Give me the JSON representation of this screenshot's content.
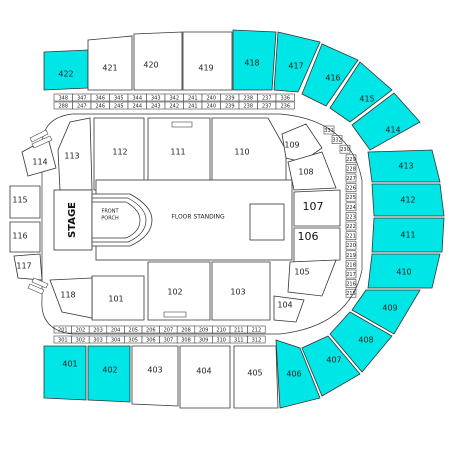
{
  "colors": {
    "available": "#00e6e6",
    "default": "#ffffff",
    "outline": "#333333"
  },
  "labels": {
    "stage": "STAGE",
    "front_porch_1": "FRONT",
    "front_porch_2": "PORCH",
    "floor": "FLOOR STANDING"
  },
  "sections": {
    "s422": "422",
    "s421": "421",
    "s420": "420",
    "s419": "419",
    "s418": "418",
    "s417": "417",
    "s416": "416",
    "s415": "415",
    "s414": "414",
    "s413": "413",
    "s412": "412",
    "s411": "411",
    "s410": "410",
    "s409": "409",
    "s408": "408",
    "s407": "407",
    "s406": "406",
    "s405": "405",
    "s404": "404",
    "s403": "403",
    "s402": "402",
    "s401": "401",
    "s113": "113",
    "s112": "112",
    "s111": "111",
    "s110": "110",
    "s109": "109",
    "s108": "108",
    "s107": "107",
    "s106": "106",
    "s105": "105",
    "s104": "104",
    "s103": "103",
    "s102": "102",
    "s101": "101",
    "s114": "114",
    "s115": "115",
    "s116": "116",
    "s117": "117",
    "s118": "118"
  },
  "rows_top_a": [
    "348",
    "347",
    "346",
    "345",
    "344",
    "343",
    "342",
    "241",
    "240",
    "239",
    "238",
    "237",
    "336"
  ],
  "rows_top_b": [
    "288",
    "247",
    "246",
    "245",
    "244",
    "243",
    "242",
    "241",
    "240",
    "239",
    "238",
    "237",
    "236"
  ],
  "rows_bot_a": [
    "201",
    "202",
    "203",
    "204",
    "205",
    "206",
    "207",
    "208",
    "209",
    "210",
    "211",
    "212"
  ],
  "rows_bot_b": [
    "301",
    "302",
    "303",
    "304",
    "305",
    "306",
    "307",
    "308",
    "309",
    "310",
    "311",
    "312"
  ],
  "rows_right": [
    "331",
    "332",
    "230",
    "229",
    "228",
    "227",
    "226",
    "225",
    "224",
    "223",
    "222",
    "221",
    "220",
    "219",
    "218",
    "217",
    "216",
    "215"
  ]
}
